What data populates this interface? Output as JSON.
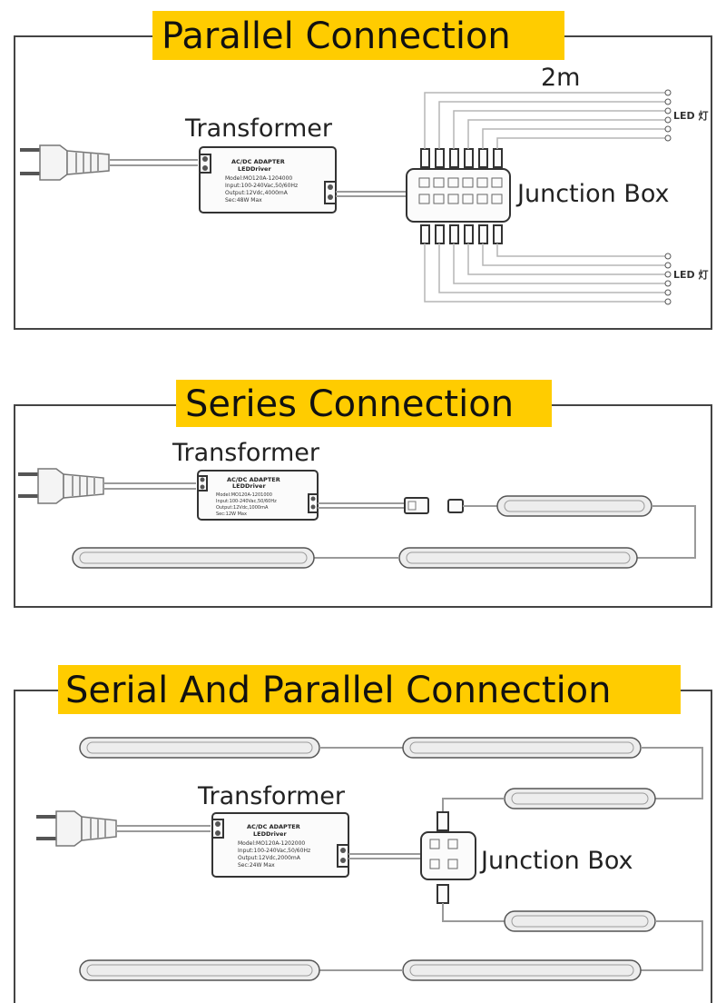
{
  "sections": {
    "parallel": {
      "title": "Parallel Connection",
      "transformer_label": "Transformer",
      "junction_label": "Junction Box",
      "length_label": "2m",
      "led_label_top": "LED 灯",
      "led_label_bottom": "LED 灯",
      "device": {
        "line1": "AC/DC ADAPTER",
        "line2": "LEDDriver",
        "line3": "Model:MO120A-1204000",
        "line4": "Input:100-240Vac,50/60Hz",
        "line5": "Output:12Vdc,4000mA",
        "line6": "Sec:48W Max"
      }
    },
    "series": {
      "title": "Series Connection",
      "transformer_label": "Transformer",
      "device": {
        "line1": "AC/DC ADAPTER",
        "line2": "LEDDriver",
        "line3": "Model:MO120A-1201000",
        "line4": "Input:100-240Vac,50/60Hz",
        "line5": "Output:12Vdc,1000mA",
        "line6": "Sec:12W Max"
      }
    },
    "serial_parallel": {
      "title": "Serial And Parallel Connection",
      "transformer_label": "Transformer",
      "junction_label": "Junction Box",
      "device": {
        "line1": "AC/DC ADAPTER",
        "line2": "LEDDriver",
        "line3": "Model:MO120A-1202000",
        "line4": "Input:100-240Vac,50/60Hz",
        "line5": "Output:12Vdc,2000mA",
        "line6": "Sec:24W Max"
      }
    }
  },
  "colors": {
    "header_bg": "#ffcc00",
    "frame": "#444444",
    "wire": "#9a9a9a"
  }
}
